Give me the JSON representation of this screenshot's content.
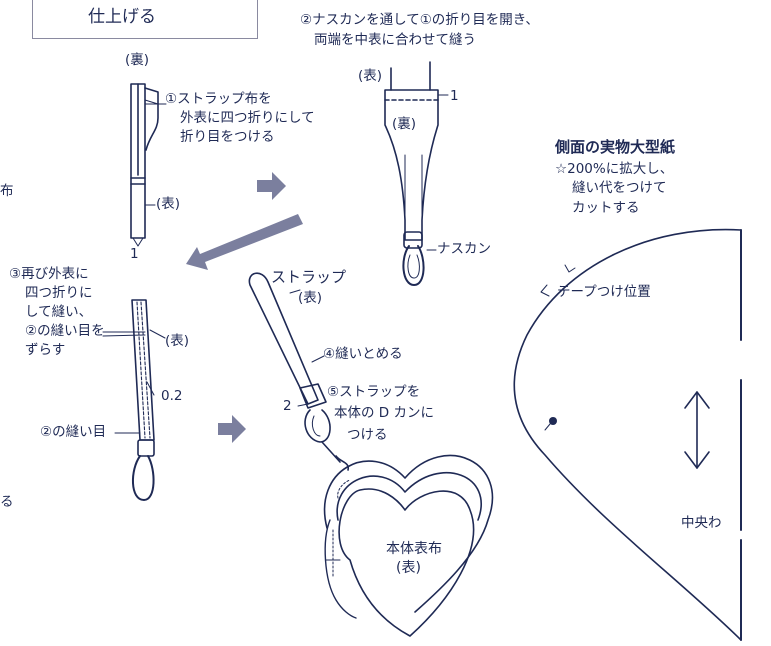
{
  "header": {
    "finish_label": "仕上げる"
  },
  "step1": {
    "ura": "(裏)",
    "instruction": [
      "①ストラップ布を",
      "外表に四つ折りにして",
      "折り目をつける"
    ],
    "omote": "(表)",
    "num": "1"
  },
  "step2": {
    "instruction": [
      "②ナスカンを通して①の折り目を開き、",
      "両端を中表に合わせて縫う"
    ],
    "omote": "(表)",
    "ura": "(裏)",
    "num": "1",
    "nasukan": "ナスカン"
  },
  "step3": {
    "instruction": [
      "③再び外表に",
      "四つ折りに",
      "して縫い、",
      "②の縫い目を",
      "ずらす"
    ],
    "omote": "(表)",
    "measure": "0.2",
    "seam": "②の縫い目"
  },
  "step45": {
    "strap": [
      "ストラップ",
      "(表)"
    ],
    "sew_stop": "④縫いとめる",
    "num": "2",
    "attach": [
      "⑤ストラップを",
      "本体の D カンに",
      "つける"
    ],
    "body": [
      "本体表布",
      "(表)"
    ]
  },
  "pattern": {
    "title": "側面の実物大型紙",
    "note": [
      "☆200%に拡大し、",
      "縫い代をつけて",
      "カットする"
    ],
    "tape": "テープつけ位置",
    "center": "中央わ"
  },
  "edge": {
    "fu": "布",
    "ru": "る"
  },
  "colors": {
    "ink": "#1f2a55",
    "arrow": "#7b7f9e"
  }
}
